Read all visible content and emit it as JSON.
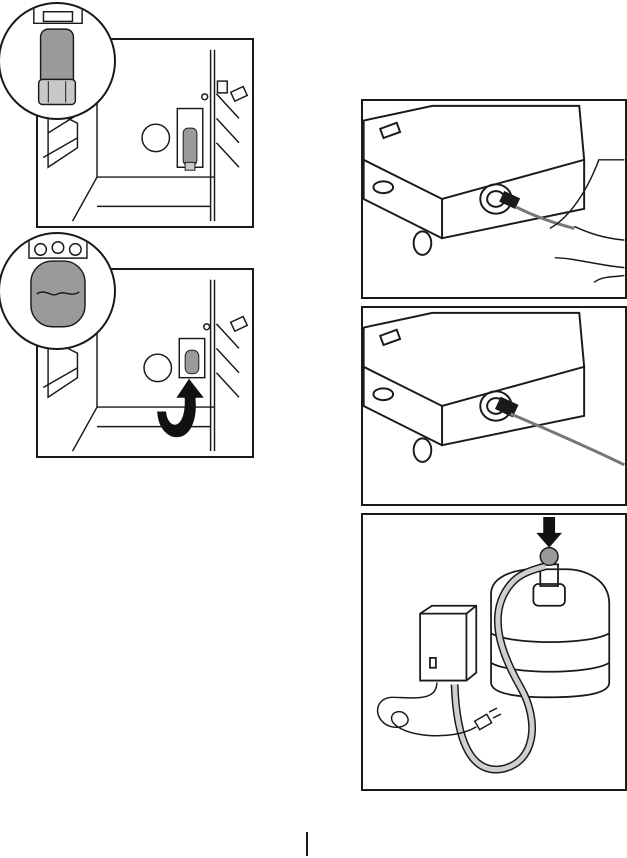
{
  "page": {
    "page_number": ""
  },
  "figures": [
    {
      "id": "step-1",
      "icon": "fridge-filter-housing-closeup-icon"
    },
    {
      "id": "step-2",
      "icon": "fridge-filter-rotate-icon"
    },
    {
      "id": "step-3",
      "icon": "pump-hose-insert-icon"
    },
    {
      "id": "step-4",
      "icon": "pump-hose-connected-icon"
    },
    {
      "id": "step-5",
      "icon": "pump-bottle-connection-icon"
    }
  ],
  "colors": {
    "line": "#1a1a1a",
    "filter_gray": "#9a9a9a",
    "filter_light": "#c8c8c8",
    "arrow": "#111111"
  }
}
